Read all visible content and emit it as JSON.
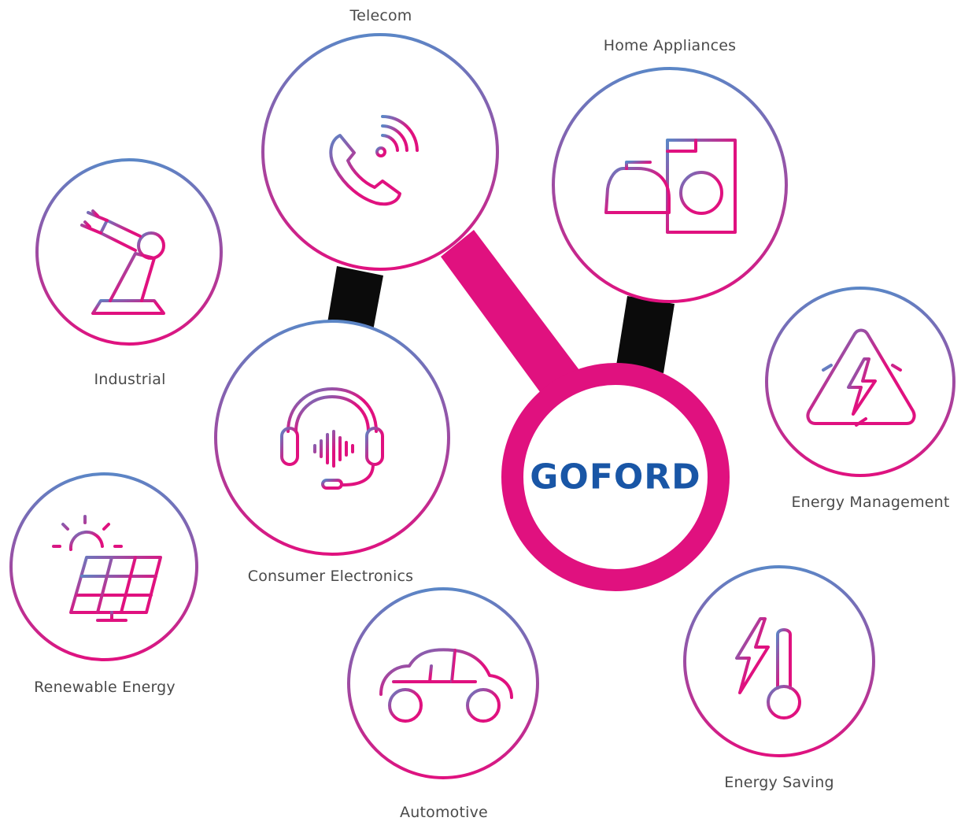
{
  "center": {
    "brand": "GOFORD"
  },
  "colors": {
    "pink": "#e0117f",
    "blue": "#5b86c6",
    "connector_dark": "#0b0b0b",
    "brand_text": "#1956a6",
    "label_text": "#4a4a4a"
  },
  "nodes": [
    {
      "id": "telecom",
      "label": "Telecom",
      "icon": "phone-signal-icon"
    },
    {
      "id": "home-appliances",
      "label": "Home Appliances",
      "icon": "iron-washer-icon"
    },
    {
      "id": "industrial",
      "label": "Industrial",
      "icon": "robot-arm-icon"
    },
    {
      "id": "consumer-electronics",
      "label": "Consumer Electronics",
      "icon": "headset-icon"
    },
    {
      "id": "energy-management",
      "label": "Energy Management",
      "icon": "recycle-bolt-icon"
    },
    {
      "id": "renewable-energy",
      "label": "Renewable Energy",
      "icon": "solar-panel-icon"
    },
    {
      "id": "automotive",
      "label": "Automotive",
      "icon": "car-icon"
    },
    {
      "id": "energy-saving",
      "label": "Energy Saving",
      "icon": "thermometer-bolt-icon"
    }
  ]
}
